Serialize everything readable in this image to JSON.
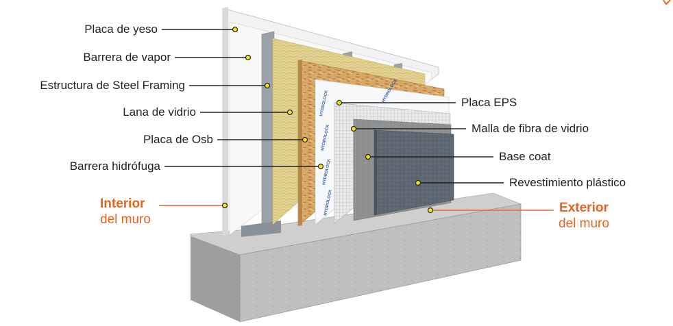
{
  "labels": {
    "placa_yeso": "Placa de yeso",
    "barrera_vapor": "Barrera de vapor",
    "steel_framing": "Estructura de Steel Framing",
    "lana_vidrio": "Lana de vidrio",
    "placa_osb": "Placa de Osb",
    "barrera_hidrofuga": "Barrera hidrófuga",
    "placa_eps": "Placa EPS",
    "malla_fibra": "Malla de fibra de vidrio",
    "base_coat": "Base coat",
    "revestimiento": "Revestimiento plástico"
  },
  "interior": {
    "bold": "Interior",
    "regular": "del muro"
  },
  "exterior": {
    "bold": "Exterior",
    "regular": "del muro"
  },
  "brand_text": "HYDROLOCK",
  "colors": {
    "accent": "#e8641e",
    "leader_line": "#222222",
    "marker_dot": "#f5e11b",
    "brand": "#2f5fa8"
  }
}
